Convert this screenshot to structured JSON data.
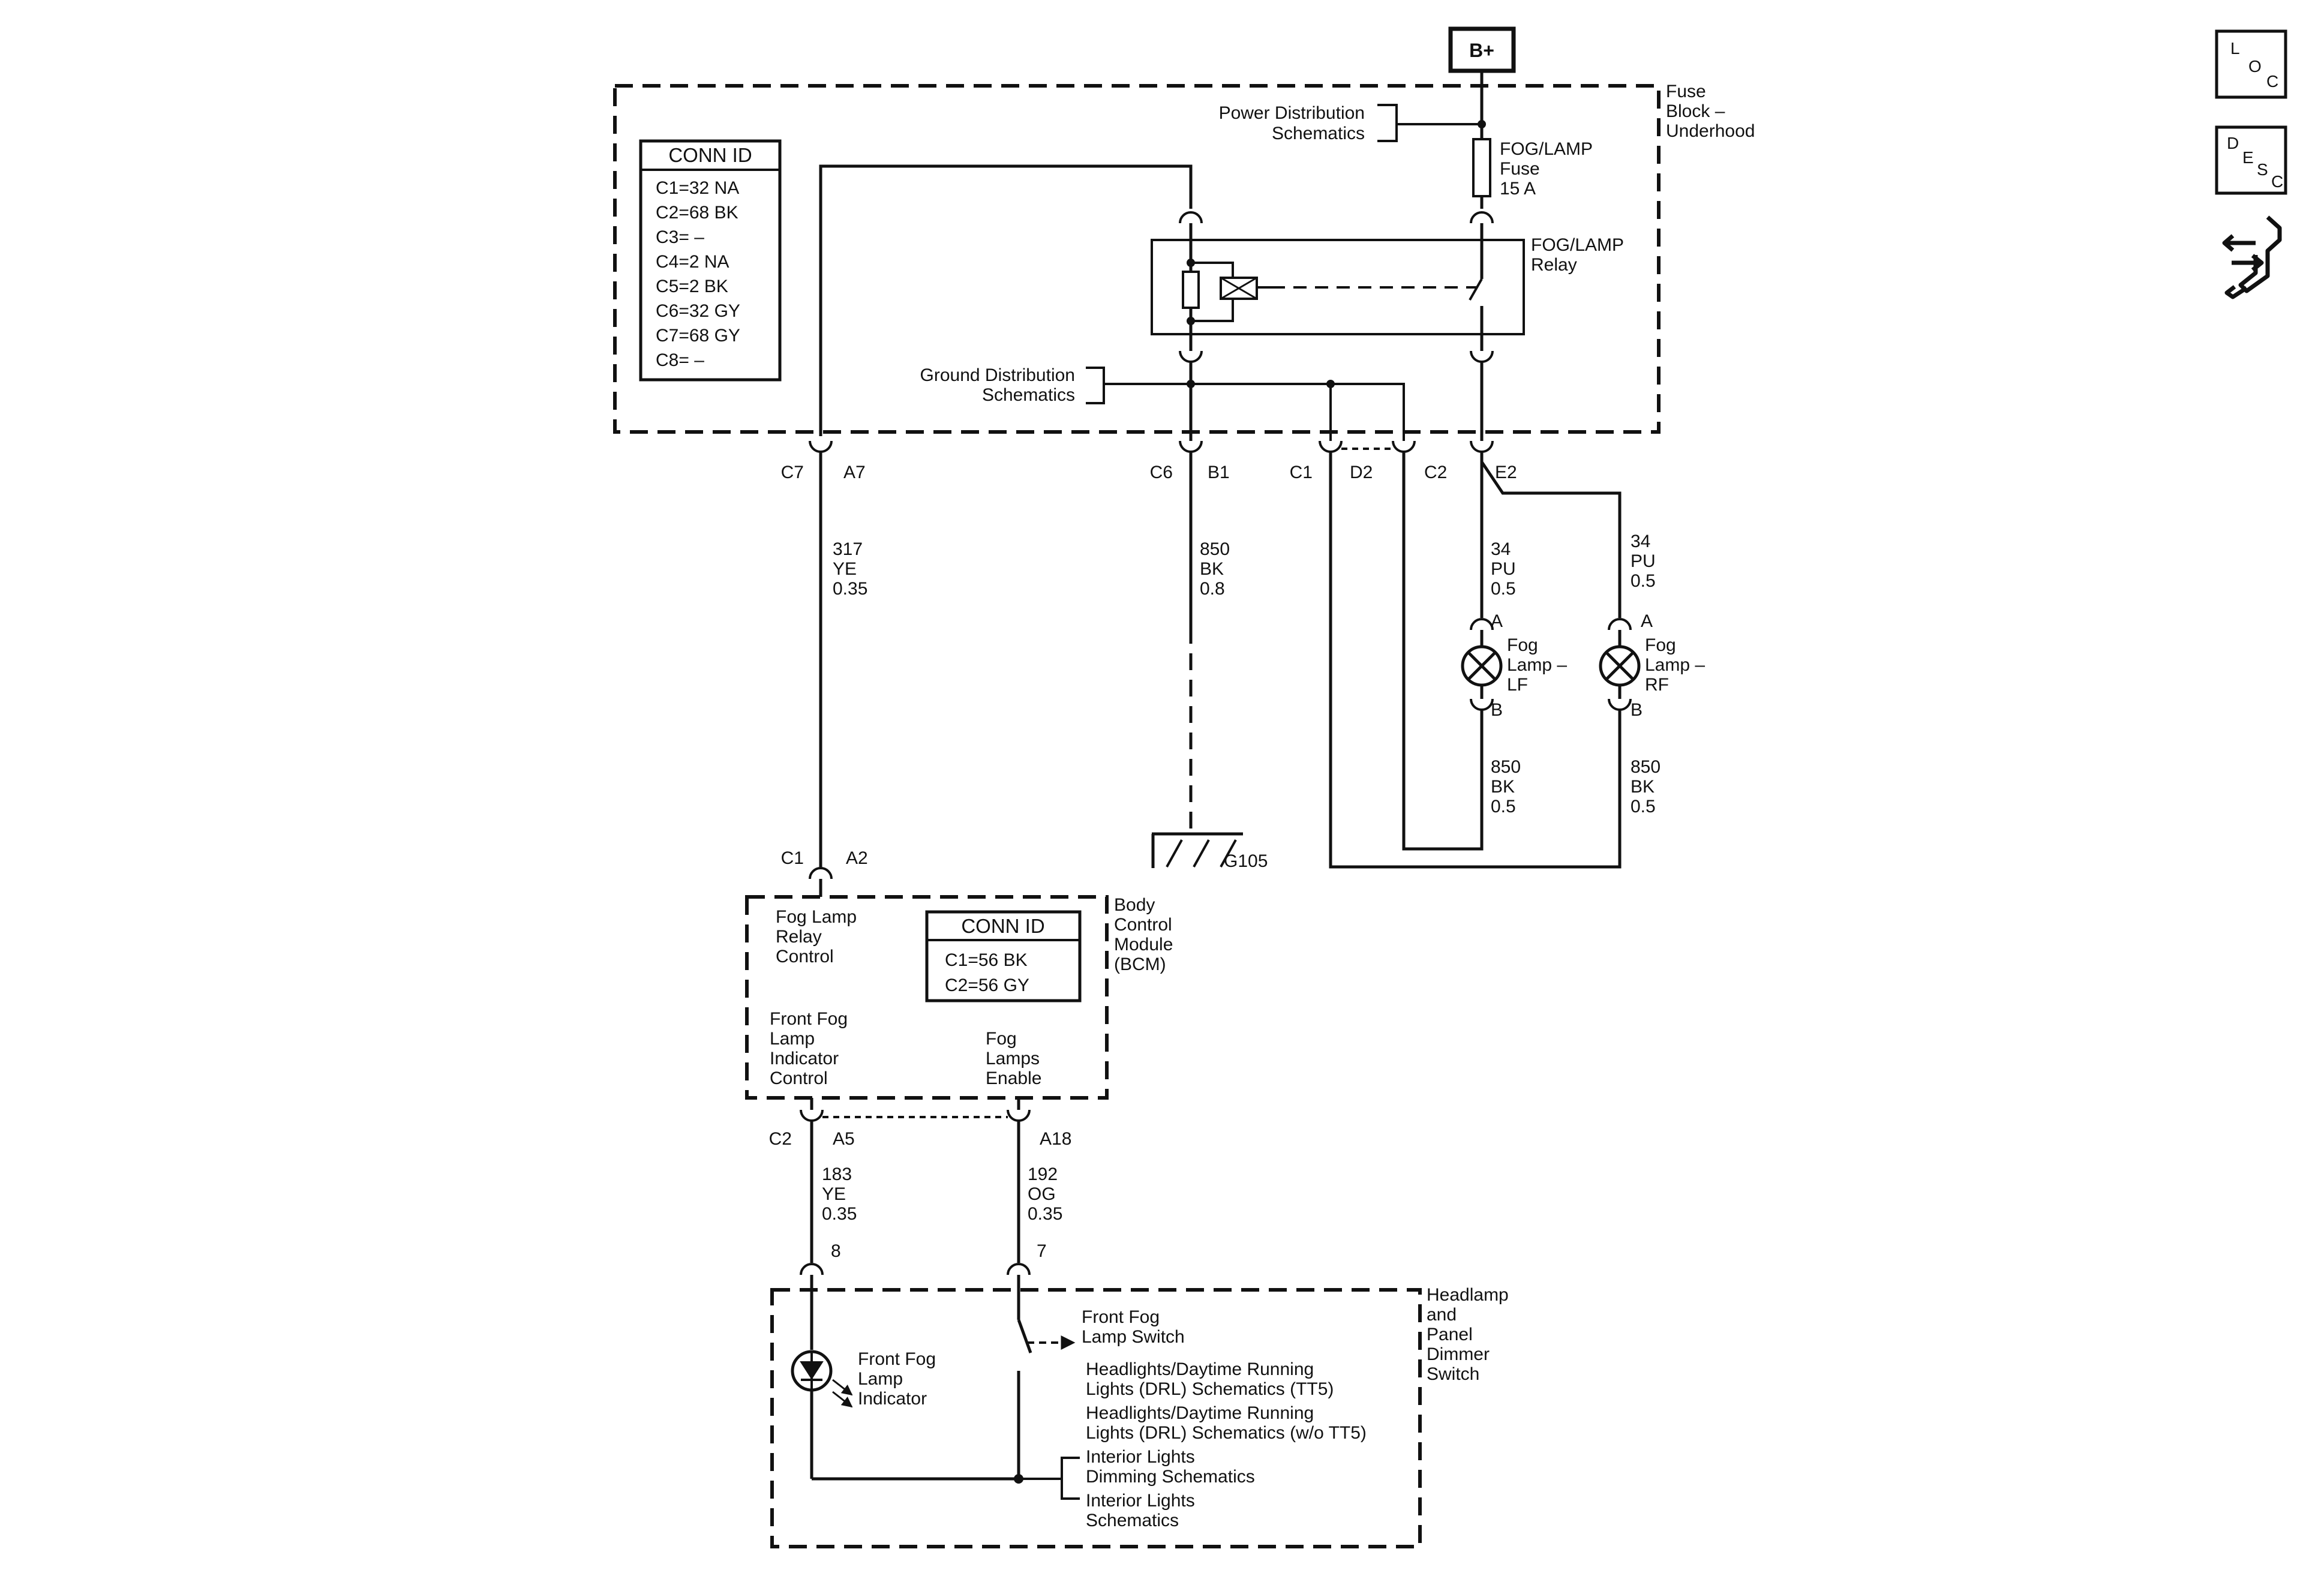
{
  "power": {
    "label": "B+"
  },
  "fuse_block": {
    "name_lines": [
      "Fuse",
      "Block –",
      "Underhood"
    ],
    "power_ref_lines": [
      "Power Distribution",
      "Schematics"
    ],
    "fuse_lines": [
      "FOG/LAMP",
      "Fuse",
      "15 A"
    ],
    "relay_lines": [
      "FOG/LAMP",
      "Relay"
    ],
    "ground_ref_lines": [
      "Ground Distribution",
      "Schematics"
    ],
    "conn_title": "CONN ID",
    "conn_rows": [
      "C1=32 NA",
      "C2=68 BK",
      "C3= –",
      "C4=2 NA",
      "C5=2 BK",
      "C6=32 GY",
      "C7=68 GY",
      "C8= –"
    ]
  },
  "fuse_block_pins": {
    "c7": "C7",
    "a7": "A7",
    "c6": "C6",
    "b1": "B1",
    "c1": "C1",
    "d2": "D2",
    "c2": "C2",
    "e2": "E2"
  },
  "wires": {
    "w317": [
      "317",
      "YE",
      "0.35"
    ],
    "w850_main": [
      "850",
      "BK",
      "0.8"
    ],
    "w34_lf": [
      "34",
      "PU",
      "0.5"
    ],
    "w34_rf": [
      "34",
      "PU",
      "0.5"
    ],
    "w850_lf": [
      "850",
      "BK",
      "0.5"
    ],
    "w850_rf": [
      "850",
      "BK",
      "0.5"
    ],
    "w183": [
      "183",
      "YE",
      "0.35"
    ],
    "w192": [
      "192",
      "OG",
      "0.35"
    ]
  },
  "lamps": {
    "lf_lines": [
      "Fog",
      "Lamp –",
      "LF"
    ],
    "rf_lines": [
      "Fog",
      "Lamp –",
      "RF"
    ],
    "pin_a": "A",
    "pin_b": "B"
  },
  "ground": {
    "label": "G105"
  },
  "bcm": {
    "name_lines": [
      "Body",
      "Control",
      "Module",
      "(BCM)"
    ],
    "pin_c1": "C1",
    "pin_a2": "A2",
    "pin_c2": "C2",
    "pin_a5": "A5",
    "pin_a18": "A18",
    "relay_control_lines": [
      "Fog Lamp",
      "Relay",
      "Control"
    ],
    "indicator_control_lines": [
      "Front Fog",
      "Lamp",
      "Indicator",
      "Control"
    ],
    "enable_lines": [
      "Fog",
      "Lamps",
      "Enable"
    ],
    "conn_title": "CONN ID",
    "conn_rows": [
      "C1=56 BK",
      "C2=56 GY"
    ]
  },
  "switch_assembly": {
    "name_lines": [
      "Headlamp",
      "and",
      "Panel",
      "Dimmer",
      "Switch"
    ],
    "pin_8": "8",
    "pin_7": "7",
    "switch_lines": [
      "Front Fog",
      "Lamp Switch"
    ],
    "indicator_lines": [
      "Front Fog",
      "Lamp",
      "Indicator"
    ],
    "ref_drl_tt5": [
      "Headlights/Daytime Running",
      "Lights (DRL) Schematics (TT5)"
    ],
    "ref_drl_wo_tt5": [
      "Headlights/Daytime Running",
      "Lights (DRL) Schematics (w/o TT5)"
    ],
    "ref_interior_dimming": [
      "Interior Lights",
      "Dimming Schematics"
    ],
    "ref_interior": [
      "Interior Lights",
      "Schematics"
    ]
  },
  "side_icons": {
    "loc": {
      "letters": [
        "L",
        "O",
        "C"
      ],
      "icon": "location-icon"
    },
    "desc": {
      "letters": [
        "D",
        "E",
        "S",
        "C"
      ],
      "icon": "description-icon"
    },
    "service": {
      "icon": "connector-service-icon"
    }
  }
}
